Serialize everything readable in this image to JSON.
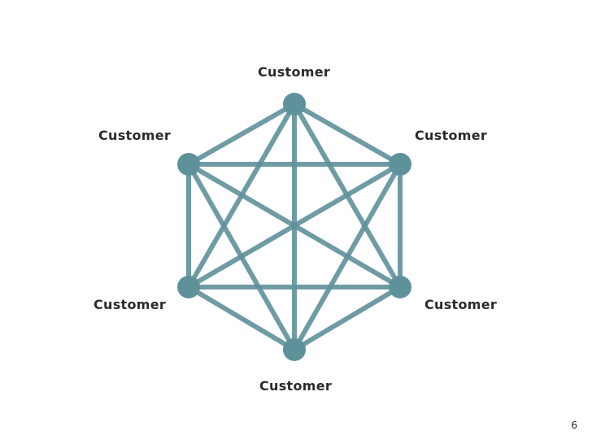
{
  "diagram": {
    "nodes": [
      {
        "id": "n0",
        "label": "Customer"
      },
      {
        "id": "n1",
        "label": "Customer"
      },
      {
        "id": "n2",
        "label": "Customer"
      },
      {
        "id": "n3",
        "label": "Customer"
      },
      {
        "id": "n4",
        "label": "Customer"
      },
      {
        "id": "n5",
        "label": "Customer"
      }
    ],
    "topology": "fully-connected mesh",
    "colors": {
      "edge": "#5f919a",
      "node": "#5f919a",
      "label": "#2b2b2b"
    }
  },
  "page_number": "6"
}
